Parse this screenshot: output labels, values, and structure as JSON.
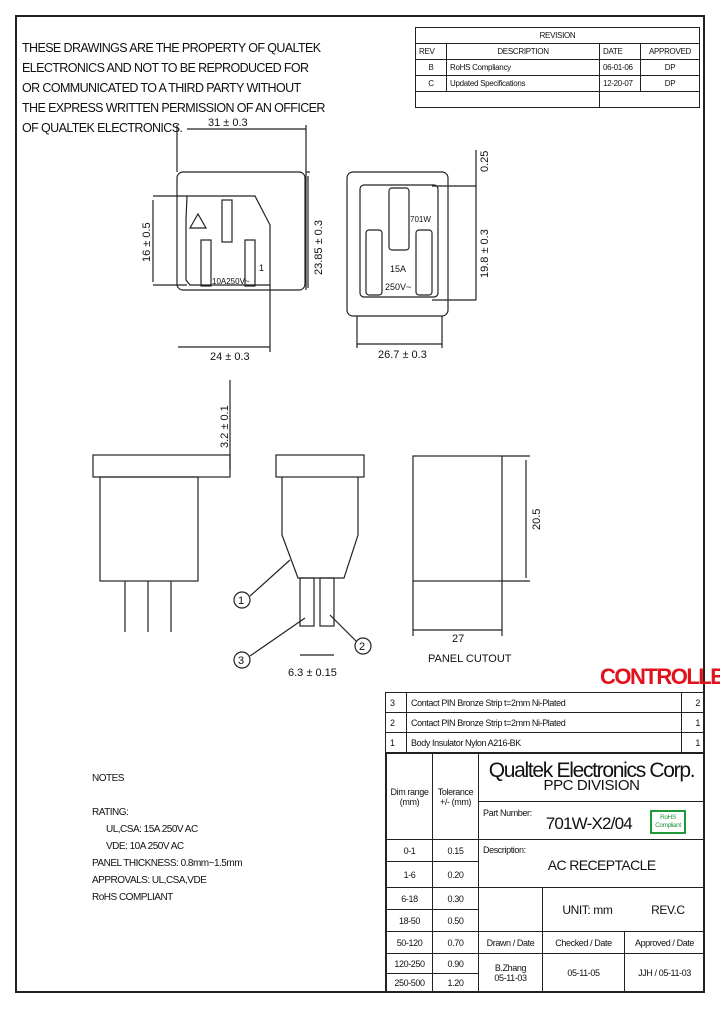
{
  "proprietary_notice": [
    "THESE DRAWINGS ARE THE PROPERTY OF QUALTEK",
    "ELECTRONICS AND NOT TO BE REPRODUCED FOR",
    "OR COMMUNICATED TO A THIRD PARTY WITHOUT",
    "THE EXPRESS WRITTEN PERMISSION OF AN OFFICER",
    "OF QUALTEK ELECTRONICS."
  ],
  "revision": {
    "title": "REVISION",
    "headers": [
      "REV",
      "DESCRIPTION",
      "DATE",
      "APPROVED"
    ],
    "rows": [
      {
        "rev": "B",
        "description": "RoHS Compliancy",
        "date": "06-01-06",
        "approved": "DP"
      },
      {
        "rev": "C",
        "description": "Updated Specifications",
        "date": "12-20-07",
        "approved": "DP"
      }
    ]
  },
  "drawing": {
    "front_width": "31 ± 0.3",
    "front_height": "23.85 ± 0.3",
    "front_inner_height": "16 ± 0.5",
    "front_bottom_width": "24 ± 0.3",
    "front_rating": "10A250V~",
    "front_pin_label": "1",
    "rear_width": "26.7 ± 0.3",
    "rear_height": "19.8 ± 0.3",
    "rear_offset": "0.25",
    "rear_model": "701W",
    "rear_rating_top": "15A",
    "rear_rating_bottom": "250V~",
    "side_thickness": "3.2 ± 0.1",
    "pin_spacing": "6.3 ± 0.15",
    "callouts": [
      "1",
      "2",
      "3"
    ],
    "cutout_width": "27",
    "cutout_height": "20.5",
    "cutout_label": "PANEL CUTOUT"
  },
  "controlled_stamp": "CONTROLLED",
  "parts": [
    {
      "item": "3",
      "description": "Contact PIN Bronze Strip t=2mm Ni-Plated",
      "qty": "2"
    },
    {
      "item": "2",
      "description": "Contact PIN Bronze Strip t=2mm Ni-Plated",
      "qty": "1"
    },
    {
      "item": "1",
      "description": "Body Insulator Nylon A216-BK",
      "qty": "1"
    }
  ],
  "notes": {
    "title": "NOTES",
    "lines": [
      "RATING:",
      "UL,CSA: 15A 250V AC",
      "VDE: 10A 250V AC",
      "PANEL THICKNESS: 0.8mm~1.5mm",
      "APPROVALS: UL,CSA,VDE",
      "RoHS COMPLIANT"
    ]
  },
  "title_block": {
    "dim_header": "Dim range (mm)",
    "tol_header": "Tolerance +/- (mm)",
    "tolerances": [
      [
        "0-1",
        "0.15"
      ],
      [
        "1-6",
        "0.20"
      ],
      [
        "6-18",
        "0.30"
      ],
      [
        "18-50",
        "0.50"
      ],
      [
        "50-120",
        "0.70"
      ],
      [
        "120-250",
        "0.90"
      ],
      [
        "250-500",
        "1.20"
      ]
    ],
    "company": "Qualtek Electronics Corp.",
    "division": "PPC DIVISION",
    "part_number_label": "Part Number:",
    "part_number": "701W-X2/04",
    "rohs_badge": "RoHS Compliant",
    "description_label": "Description:",
    "description": "AC RECEPTACLE",
    "unit": "UNIT: mm",
    "rev": "REV.C",
    "drawn_label": "Drawn / Date",
    "checked_label": "Checked / Date",
    "approved_label": "Approved / Date",
    "drawn": "B.Zhang 05-11-03",
    "checked": "05-11-05",
    "approved": "JJH / 05-11-03"
  },
  "colors": {
    "stamp": "#e0121b",
    "rohs": "#1f9a3a"
  }
}
